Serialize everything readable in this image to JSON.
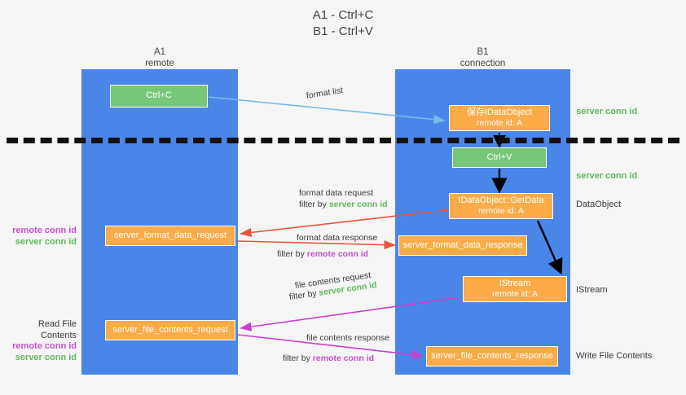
{
  "title": {
    "line1": "A1 - Ctrl+C",
    "line2": "B1 - Ctrl+V"
  },
  "lanes": [
    {
      "id": "a1",
      "name": "A1",
      "role": "remote",
      "color": "#4a86e8"
    },
    {
      "id": "b1",
      "name": "B1",
      "role": "connection",
      "color": "#4a86e8"
    }
  ],
  "nodes": {
    "ctrl_c": {
      "line1": "Ctrl+C",
      "line2": "",
      "color": "#76c878",
      "lane": "a1"
    },
    "data_object": {
      "line1": "保存IDataObject",
      "line2": "remote id: A",
      "color": "#fbab48",
      "lane": "b1"
    },
    "ctrl_v": {
      "line1": "Ctrl+V",
      "line2": "",
      "color": "#76c878",
      "lane": "b1"
    },
    "get_data": {
      "line1": "IDataObject::GetData",
      "line2": "remote id: A",
      "color": "#fbab48",
      "lane": "b1"
    },
    "istream": {
      "line1": "IStream",
      "line2": "remote id: A",
      "color": "#fbab48",
      "lane": "b1"
    },
    "format_data_request": {
      "line1": "server_format_data_request",
      "line2": "",
      "color": "#fbab48",
      "lane": "a1"
    },
    "format_data_response": {
      "line1": "server_format_data_response",
      "line2": "",
      "color": "#fbab48",
      "lane": "b1"
    },
    "file_contents_request": {
      "line1": "server_file_contents_request",
      "line2": "",
      "color": "#fbab48",
      "lane": "a1"
    },
    "file_contents_response": {
      "line1": "server_file_contents_response",
      "line2": "",
      "color": "#fbab48",
      "lane": "b1"
    }
  },
  "edges": {
    "format_list": {
      "label": "format list"
    },
    "format_data_request": {
      "label": "format data request",
      "filter_prefix": "filter by ",
      "filter_value": "server conn id"
    },
    "format_data_response": {
      "label": "format data response",
      "filter_prefix": "filter by ",
      "filter_value": "remote conn id"
    },
    "file_contents_request": {
      "label": "file contents request",
      "filter_prefix": "filter by ",
      "filter_value": "server conn id"
    },
    "file_contents_response": {
      "label": "file contents response",
      "filter_prefix": "filter by ",
      "filter_value": "remote conn id"
    }
  },
  "right_labels": {
    "server_conn_id_1": "server conn id",
    "server_conn_id_2": "server conn id",
    "data_object": "DataObject",
    "istream": "IStream",
    "write_file_contents": "Write File Contents"
  },
  "left_labels": {
    "remote_conn_id_1": "remote conn id",
    "server_conn_id_1": "server conn id",
    "read_file_contents": "Read File Contents",
    "remote_conn_id_2": "remote conn id",
    "server_conn_id_2": "server conn id"
  },
  "colors": {
    "lane": "#4a86e8",
    "green_node": "#76c878",
    "orange_node": "#fbab48",
    "server_conn_id": "#5fb85f",
    "remote_conn_id": "#c84fd0",
    "arrow_blue": "#79b8e8",
    "arrow_red": "#e8553c",
    "arrow_magenta": "#cc3fcc",
    "arrow_black": "#000000",
    "background": "#f5f5f5"
  }
}
